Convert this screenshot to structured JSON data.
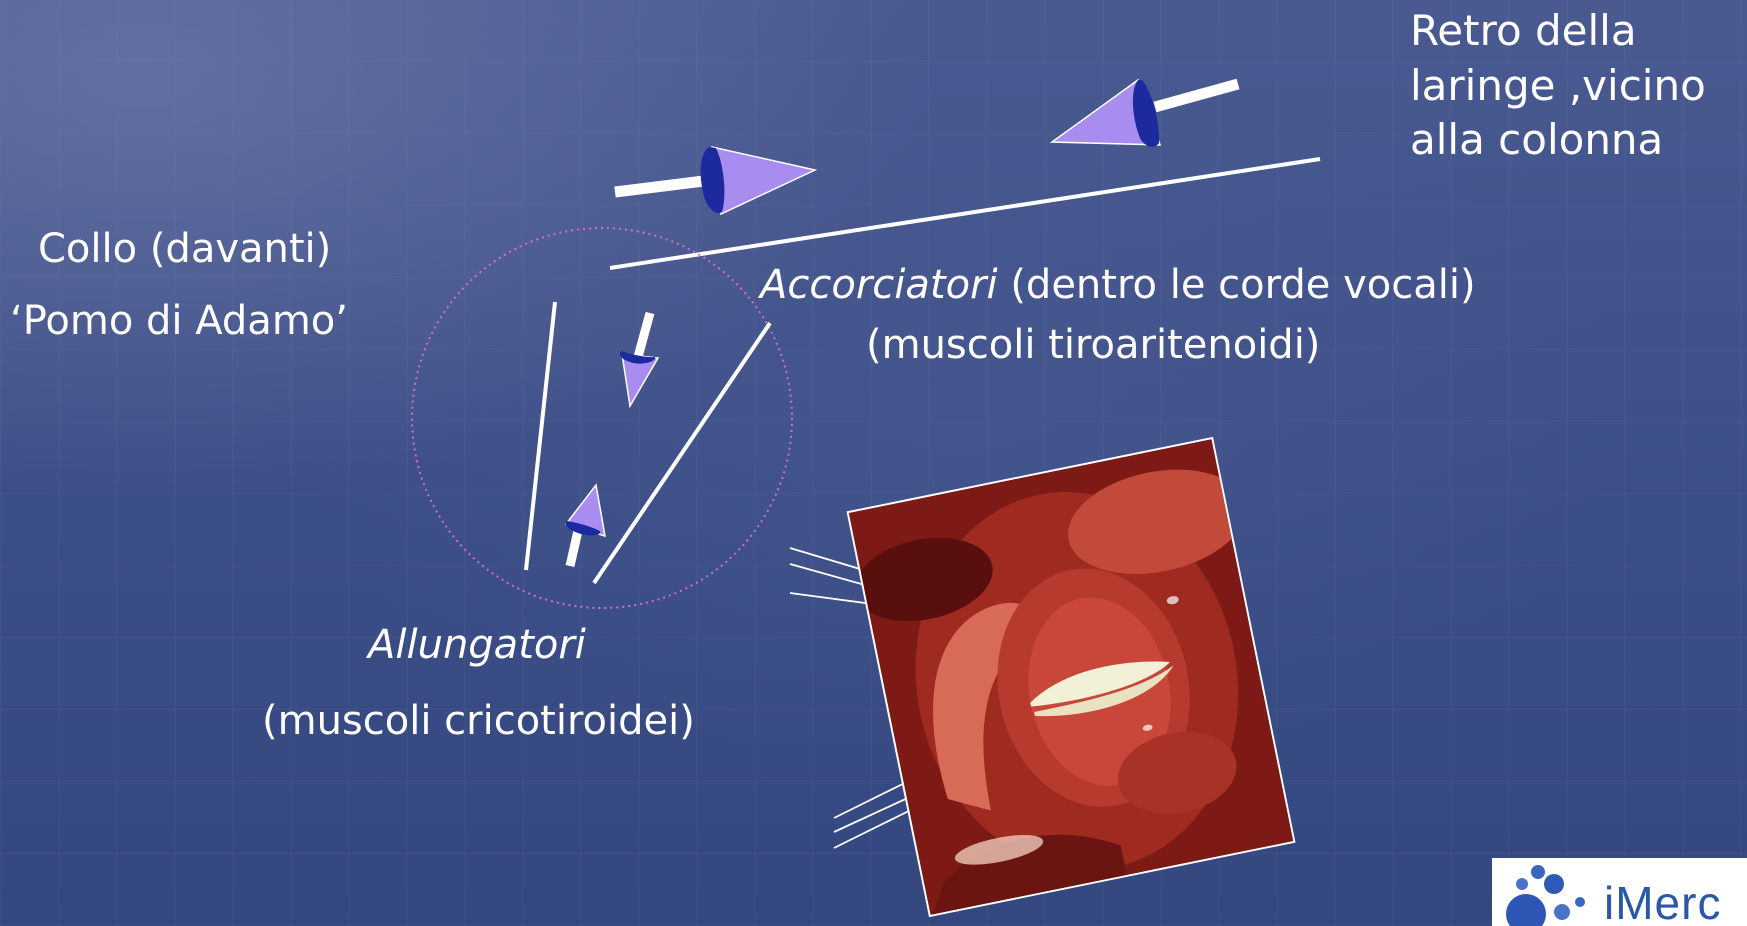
{
  "labels": {
    "retro_line1": "Retro della",
    "retro_line2": "laringe ,vicino",
    "retro_line3": "alla colonna",
    "collo": "Collo (davanti)",
    "pomo": "‘Pomo di Adamo’",
    "accorciatori": "Accorciatori",
    "accorciatori_rest": " (dentro le corde vocali)",
    "tiroaritenoidi": "(muscoli tiroaritenoidi)",
    "allungatori": "Allungatori",
    "cricotiroidei": "(muscoli cricotiroidei)"
  },
  "logo": {
    "text": "iMerc"
  },
  "colors": {
    "background": "#3d4f86",
    "arrow_fill": "#a98cf0",
    "arrow_band": "#1c2a9e",
    "circle": "#d070c0",
    "line": "#ffffff"
  },
  "photo": {
    "subject": "laryngoscopic image of vocal folds"
  }
}
